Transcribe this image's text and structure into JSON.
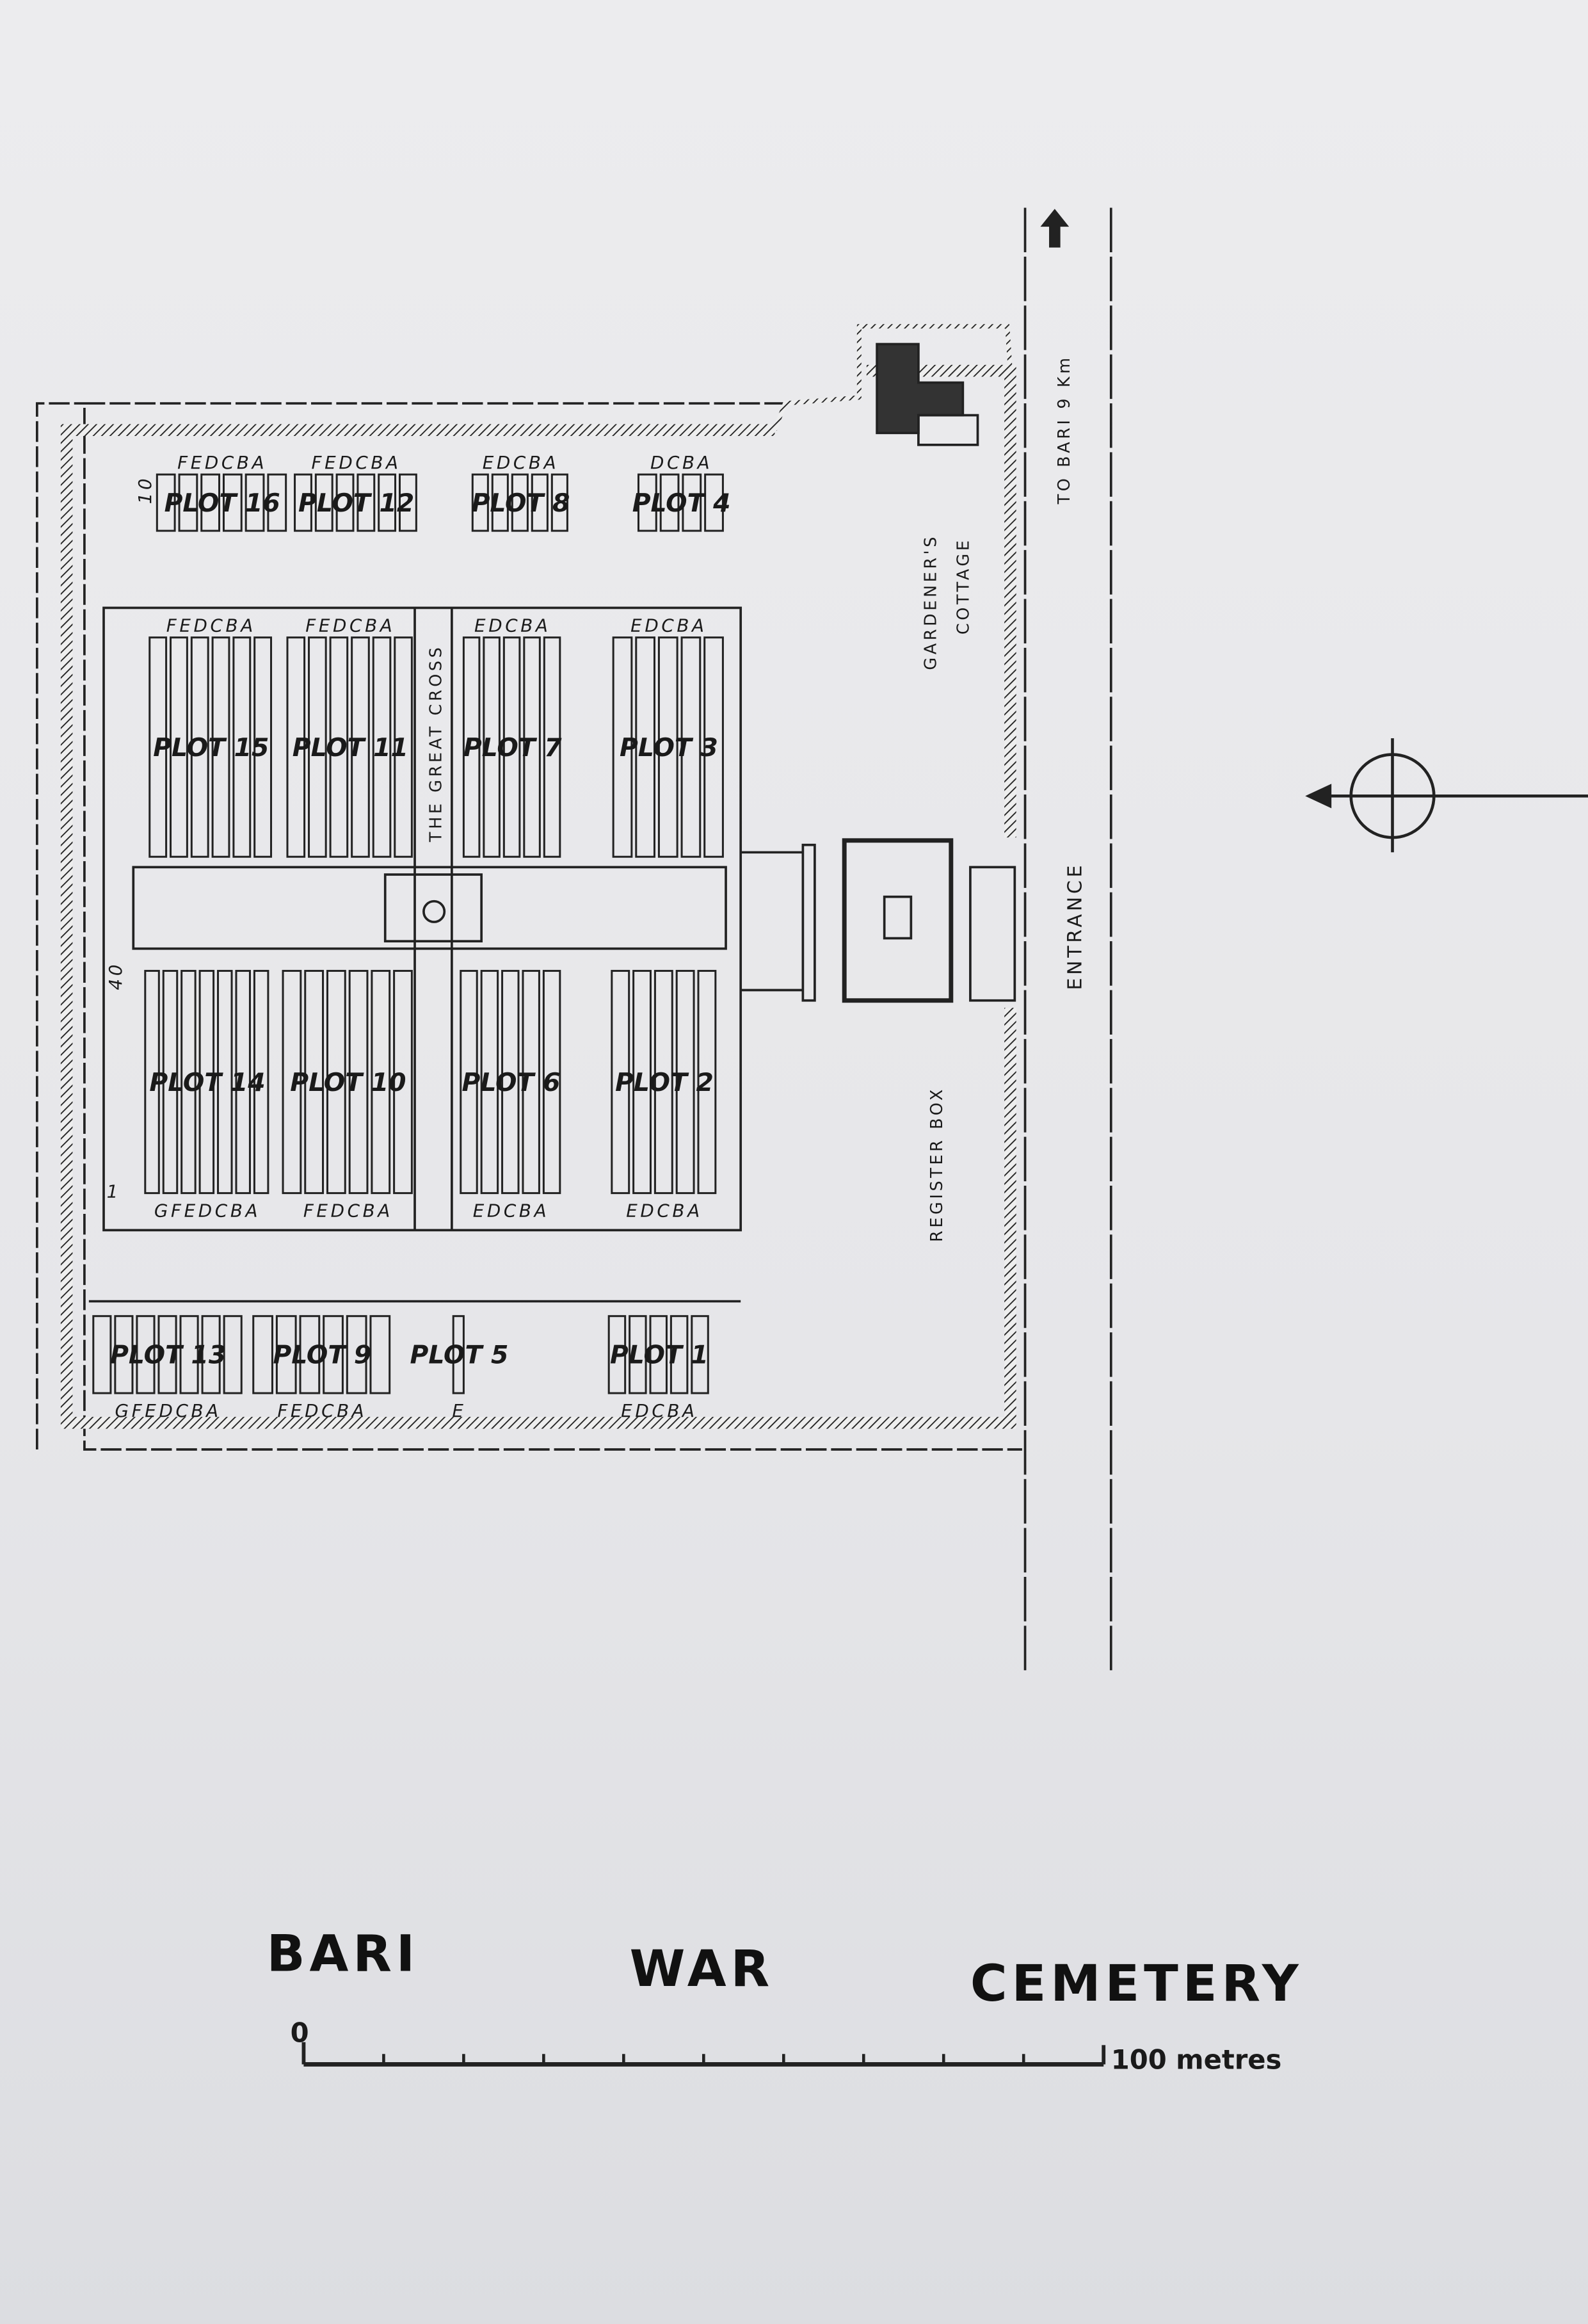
{
  "title": {
    "word1": "BARI",
    "word2": "WAR",
    "word3": "CEMETERY"
  },
  "labels": {
    "great_cross": "THE GREAT CROSS",
    "gardeners": "GARDENER'S",
    "cottage": "COTTAGE",
    "to_bari": "TO BARI 9 Km",
    "entrance": "ENTRANCE",
    "register_box": "REGISTER BOX"
  },
  "row_numbers": {
    "ten": "10",
    "one": "1",
    "forty": "40"
  },
  "scale": {
    "start": "0",
    "end": "100 metres"
  },
  "plots": [
    {
      "label": "PLOT 16",
      "letters": "FEDCBA"
    },
    {
      "label": "PLOT 12",
      "letters": "FEDCBA"
    },
    {
      "label": "PLOT 8",
      "letters": "EDCBA"
    },
    {
      "label": "PLOT 4",
      "letters": "DCBA"
    },
    {
      "label": "PLOT 15",
      "letters": "FEDCBA"
    },
    {
      "label": "PLOT 11",
      "letters": "FEDCBA"
    },
    {
      "label": "PLOT 7",
      "letters": "EDCBA"
    },
    {
      "label": "PLOT 3",
      "letters": "EDCBA"
    },
    {
      "label": "PLOT 14",
      "letters": "GFEDCBA"
    },
    {
      "label": "PLOT 10",
      "letters": "FEDCBA"
    },
    {
      "label": "PLOT 6",
      "letters": "EDCBA"
    },
    {
      "label": "PLOT 2",
      "letters": "EDCBA"
    },
    {
      "label": "PLOT 13",
      "letters": "GFEDCBA"
    },
    {
      "label": "PLOT 9",
      "letters": "FEDCBA"
    },
    {
      "label": "PLOT 5",
      "letters": "E"
    },
    {
      "label": "PLOT 1",
      "letters": "EDCBA"
    }
  ]
}
